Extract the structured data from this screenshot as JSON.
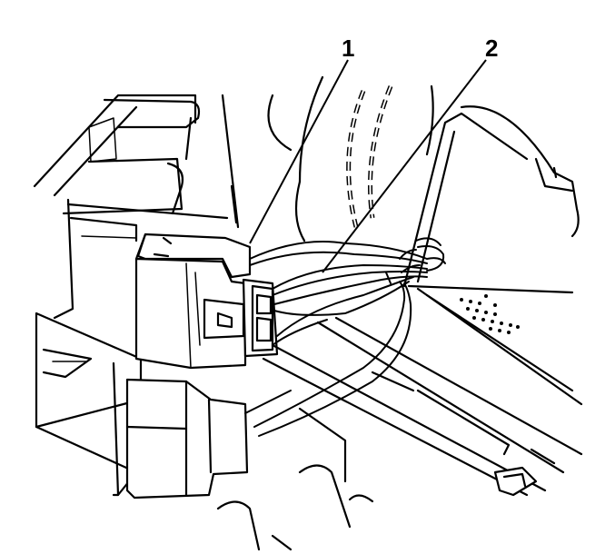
{
  "figure": {
    "callouts": [
      {
        "id": "1",
        "label": "1"
      },
      {
        "id": "2",
        "label": "2"
      }
    ],
    "colors": {
      "ink": "#000000",
      "paper": "#ffffff"
    }
  }
}
